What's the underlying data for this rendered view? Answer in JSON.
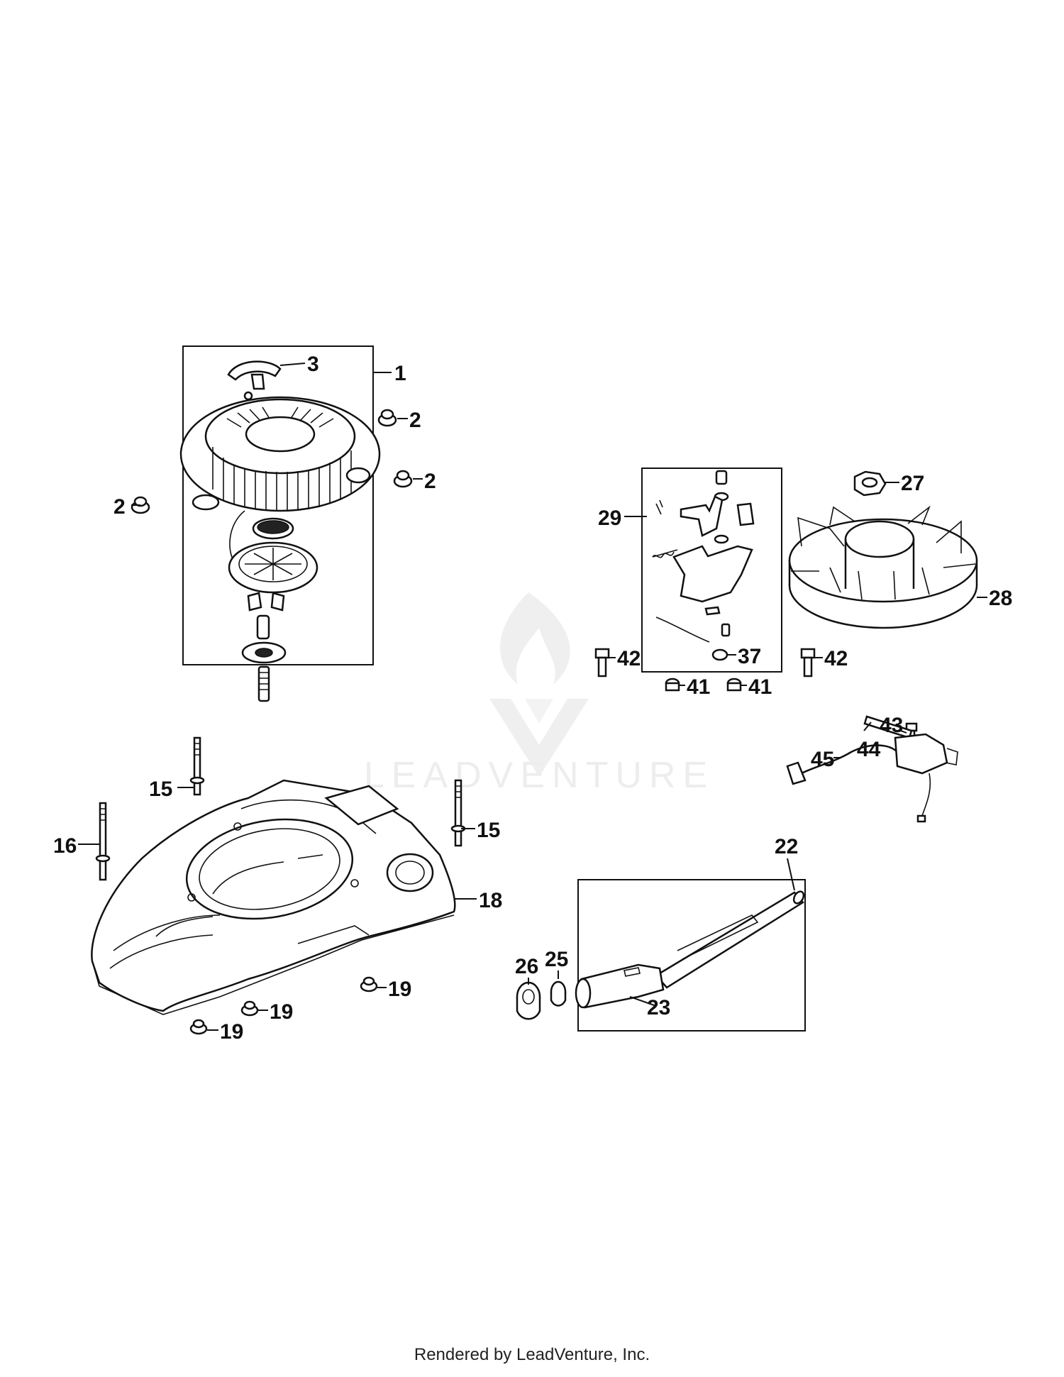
{
  "watermark": {
    "text": "LEADVENTURE"
  },
  "footer": {
    "text": "Rendered by LeadVenture, Inc."
  },
  "callouts": [
    {
      "id": "c-3",
      "label": "3"
    },
    {
      "id": "c-1",
      "label": "1"
    },
    {
      "id": "c-2a",
      "label": "2"
    },
    {
      "id": "c-2b",
      "label": "2"
    },
    {
      "id": "c-2c",
      "label": "2"
    },
    {
      "id": "c-29",
      "label": "29"
    },
    {
      "id": "c-27",
      "label": "27"
    },
    {
      "id": "c-28",
      "label": "28"
    },
    {
      "id": "c-42a",
      "label": "42"
    },
    {
      "id": "c-37",
      "label": "37"
    },
    {
      "id": "c-41a",
      "label": "41"
    },
    {
      "id": "c-41b",
      "label": "41"
    },
    {
      "id": "c-42b",
      "label": "42"
    },
    {
      "id": "c-43",
      "label": "43"
    },
    {
      "id": "c-44",
      "label": "44"
    },
    {
      "id": "c-45",
      "label": "45"
    },
    {
      "id": "c-15a",
      "label": "15"
    },
    {
      "id": "c-15b",
      "label": "15"
    },
    {
      "id": "c-16",
      "label": "16"
    },
    {
      "id": "c-18",
      "label": "18"
    },
    {
      "id": "c-19a",
      "label": "19"
    },
    {
      "id": "c-19b",
      "label": "19"
    },
    {
      "id": "c-19c",
      "label": "19"
    },
    {
      "id": "c-22",
      "label": "22"
    },
    {
      "id": "c-26",
      "label": "26"
    },
    {
      "id": "c-25",
      "label": "25"
    },
    {
      "id": "c-23",
      "label": "23"
    }
  ]
}
